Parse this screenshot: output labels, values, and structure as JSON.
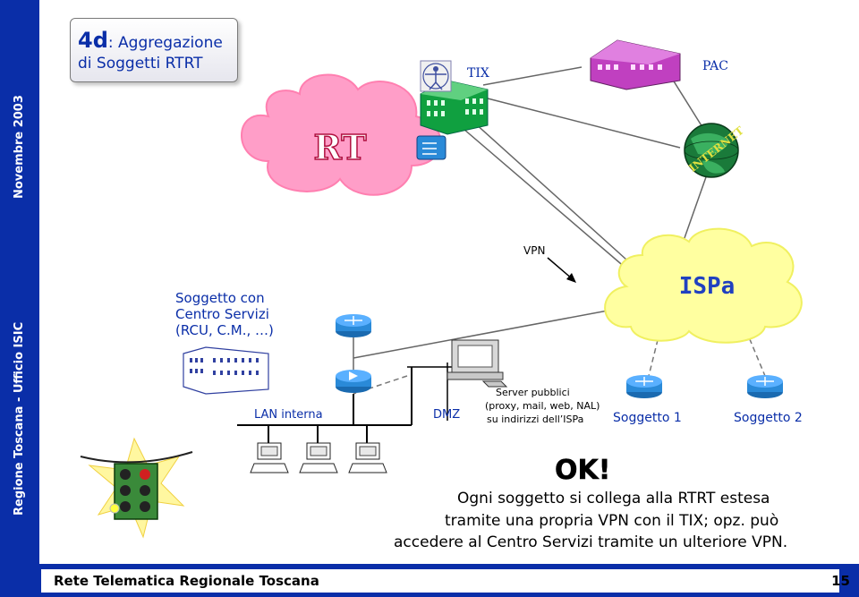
{
  "sidebar": {
    "date": "Novembre 2003",
    "org": "Regione Toscana - Ufficio ISIC"
  },
  "title": {
    "number": "4d",
    "line1_rest": ": Aggregazione",
    "line2": "di Soggetti RTRT"
  },
  "clouds": {
    "rtrt": "RT",
    "ispa": "ISPa"
  },
  "labels": {
    "tix": "TIX",
    "pac": "PAC",
    "internet": "INTERNET",
    "vpn": "VPN",
    "soggetto_centro_1": "Soggetto con",
    "soggetto_centro_2": "Centro Servizi",
    "soggetto_centro_3": "(RCU, C.M., …)",
    "lan": "LAN interna",
    "dmz": "DMZ",
    "server_1": "Server pubblici",
    "server_2": "(proxy, mail, web, NAL)",
    "server_3": "su indirizzi dell’ISPa",
    "soggetto1": "Soggetto 1",
    "soggetto2": "Soggetto  2",
    "ok": "OK!",
    "body_1": "Ogni soggetto si collega alla RTRT estesa",
    "body_2": "tramite una propria VPN con il TIX; opz. può",
    "body_3": "accedere al Centro Servizi tramite un ulteriore VPN."
  },
  "footer": {
    "left": "Rete Telematica Regionale Toscana",
    "page": "15"
  },
  "colors": {
    "brand_blue": "#0a2ea8",
    "cloud_pink": "#ff9ec8",
    "cloud_yellow": "#ffffa0",
    "building_magenta": "#c040c0",
    "building_green": "#10a040",
    "router_blue": "#2a8ad8"
  }
}
